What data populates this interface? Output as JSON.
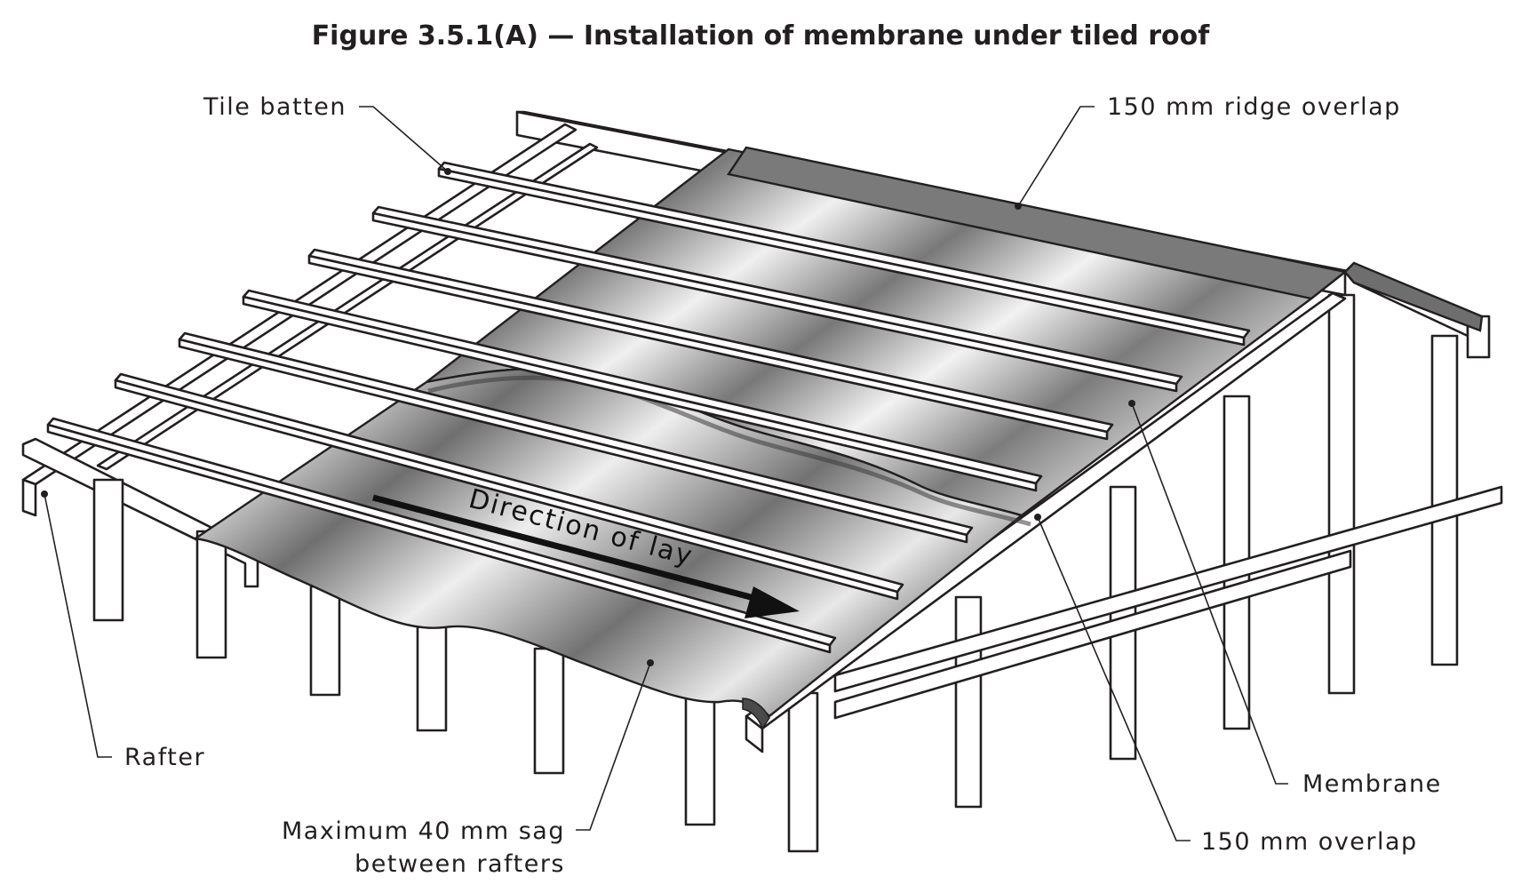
{
  "figure": {
    "title": "Figure 3.5.1(A) — Installation of membrane under tiled roof"
  },
  "labels": {
    "tile_batten": "Tile batten",
    "ridge_overlap": "150 mm ridge overlap",
    "rafter": "Rafter",
    "membrane": "Membrane",
    "overlap": "150 mm overlap",
    "sag_line1": "Maximum 40 mm sag",
    "sag_line2": "between rafters",
    "direction": "Direction of lay"
  },
  "colors": {
    "ink": "#231f20",
    "membrane_dark": "#6e6e6e",
    "membrane_light": "#f2f2f2",
    "ridge_cap": "#707070"
  }
}
